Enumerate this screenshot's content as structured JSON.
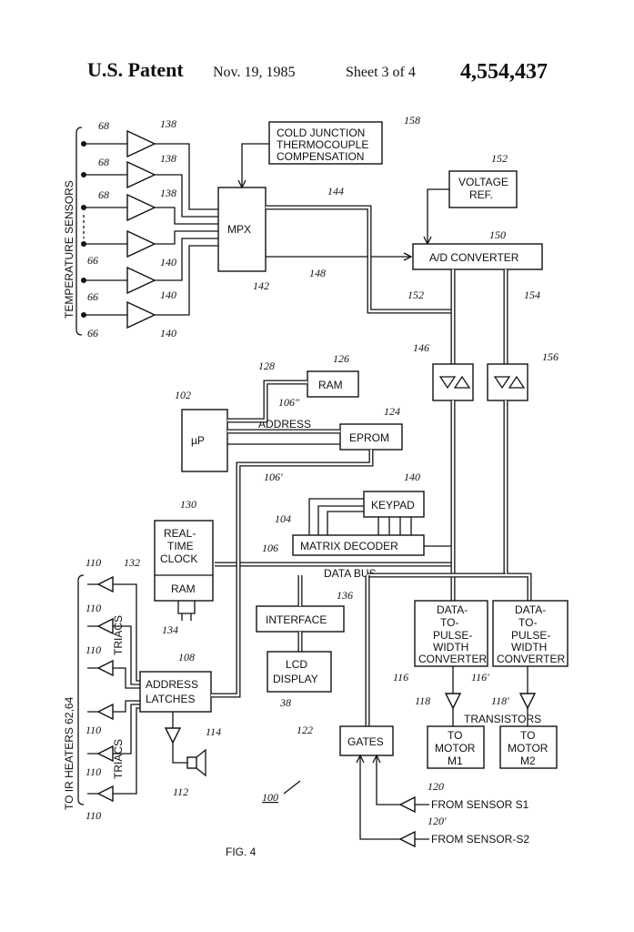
{
  "header": {
    "title": "U.S. Patent",
    "date": "Nov. 19, 1985",
    "sheet": "Sheet 3 of 4",
    "patent_number": "4,554,437"
  },
  "blocks": {
    "cold_junction": [
      "COLD JUNCTION",
      "THERMOCOUPLE",
      "COMPENSATION"
    ],
    "voltage_ref": [
      "VOLTAGE",
      "REF."
    ],
    "mpx": "MPX",
    "ad_converter": "A/D CONVERTER",
    "ram_top": "RAM",
    "eprom": "EPROM",
    "microprocessor": "µP",
    "address": "ADDRESS",
    "keypad": "KEYPAD",
    "matrix_decoder": "MATRIX DECODER",
    "rtc": [
      "REAL-",
      "TIME",
      "CLOCK"
    ],
    "rtc_ram": "RAM",
    "data_bus": "DATA BUS",
    "interface": "INTERFACE",
    "lcd": [
      "LCD",
      "DISPLAY"
    ],
    "address_latches": [
      "ADDRESS",
      "LATCHES"
    ],
    "dtp1": [
      "DATA-",
      "TO-",
      "PULSE-",
      "WIDTH",
      "CONVERTER"
    ],
    "dtp2": [
      "DATA-",
      "TO-",
      "PULSE-",
      "WIDTH",
      "CONVERTER"
    ],
    "gates": "GATES",
    "motor1": [
      "TO",
      "MOTOR",
      "M1"
    ],
    "motor2": [
      "TO",
      "MOTOR",
      "M2"
    ],
    "transistors": "TRANSISTORS",
    "from_s1": "FROM SENSOR S1",
    "from_s2": "FROM SENSOR-S2",
    "temp_sensors": "TEMPERATURE SENSORS",
    "ir_heaters": "TO IR HEATERS 62,64",
    "triacs_1": "TRIACS",
    "triacs_2": "TRIACS",
    "fig": "FIG. 4"
  },
  "refs": {
    "r68a": "68",
    "r68b": "68",
    "r68c": "68",
    "r66a": "66",
    "r66b": "66",
    "r66c": "66",
    "r138a": "138",
    "r138b": "138",
    "r138c": "138",
    "r140a": "140",
    "r140b": "140",
    "r140c": "140",
    "r142": "142",
    "r144": "144",
    "r148": "148",
    "r150": "150",
    "r152a": "152",
    "r152b": "152",
    "r154": "154",
    "r146": "146",
    "r156": "156",
    "r158": "158",
    "r102": "102",
    "r126": "126",
    "r128": "128",
    "r106pp": "106\"",
    "r124": "124",
    "r106p": "106'",
    "r140k": "140",
    "r104": "104",
    "r106": "106",
    "r130": "130",
    "r132": "132",
    "r134": "134",
    "r136": "136",
    "r38": "38",
    "r108": "108",
    "r114": "114",
    "r112": "112",
    "r110a": "110",
    "r110b": "110",
    "r110c": "110",
    "r110d": "110",
    "r110e": "110",
    "r110f": "110",
    "r116": "116",
    "r116p": "116'",
    "r118": "118",
    "r118p": "118'",
    "r122": "122",
    "r120": "120",
    "r120p": "120'",
    "r100": "100"
  }
}
